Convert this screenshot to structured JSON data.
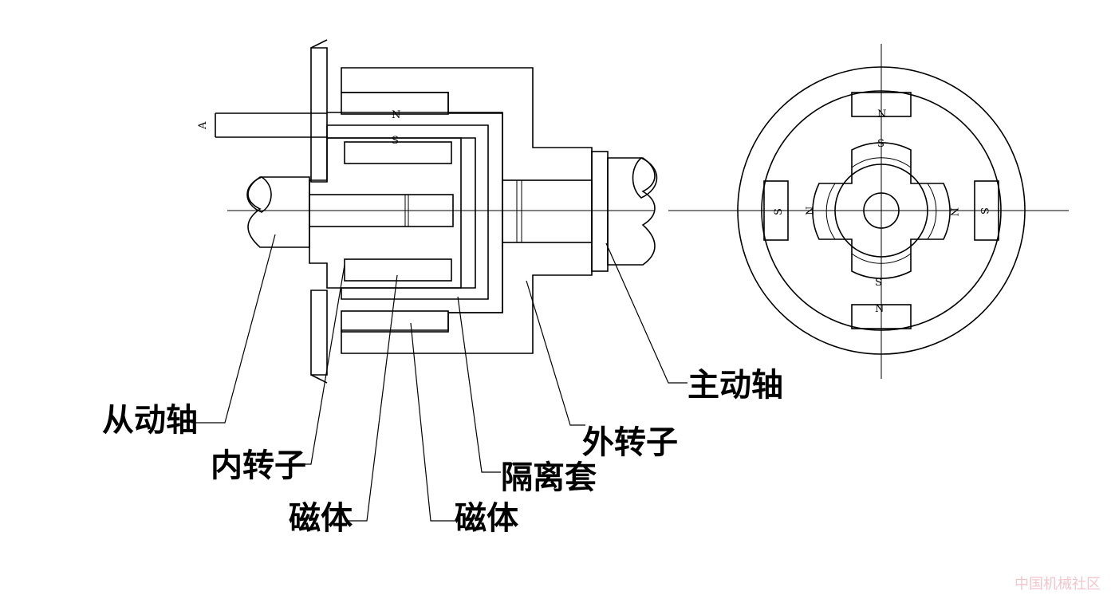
{
  "labels": {
    "driven_shaft": "从动轴",
    "inner_rotor": "内转子",
    "magnet_inner": "磁体",
    "magnet_outer": "磁体",
    "isolation_sleeve": "隔离套",
    "outer_rotor": "外转子",
    "drive_shaft": "主动轴",
    "section_mark": "A"
  },
  "poles": {
    "north": "N",
    "south": "S"
  },
  "watermark": "中国机械社区",
  "colors": {
    "line": "#000000",
    "background": "#ffffff",
    "watermark": "#f2c6cc"
  }
}
